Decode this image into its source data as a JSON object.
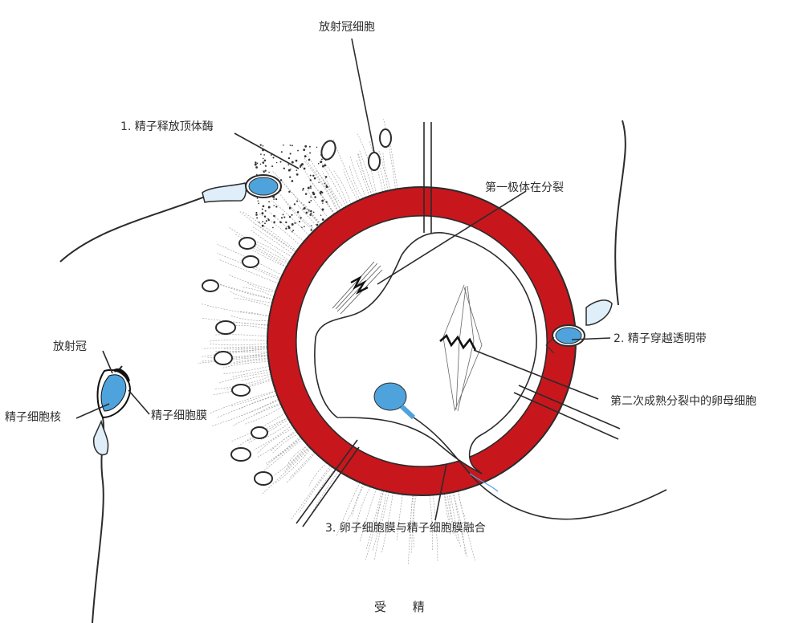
{
  "labels": {
    "corona_cells": "放射冠细胞",
    "acrosome_release": "1. 精子释放顶体酶",
    "first_polar_body": "第一极体在分裂",
    "penetrate_zona": "2. 精子穿越透明带",
    "corona_radiata": "放射冠",
    "sperm_nucleus": "精子细胞核",
    "sperm_membrane": "精子细胞膜",
    "secondary_oocyte": "第二次成熟分裂中的卵母细胞",
    "membrane_fusion": "3. 卵子细胞膜与精子细胞膜融合",
    "caption": "受 精"
  },
  "colors": {
    "zona_pellucida": "#c8161d",
    "sperm_head": "#4fa3dc",
    "line": "#2b2b2b",
    "corona_fiber": "#9a9a9a"
  }
}
